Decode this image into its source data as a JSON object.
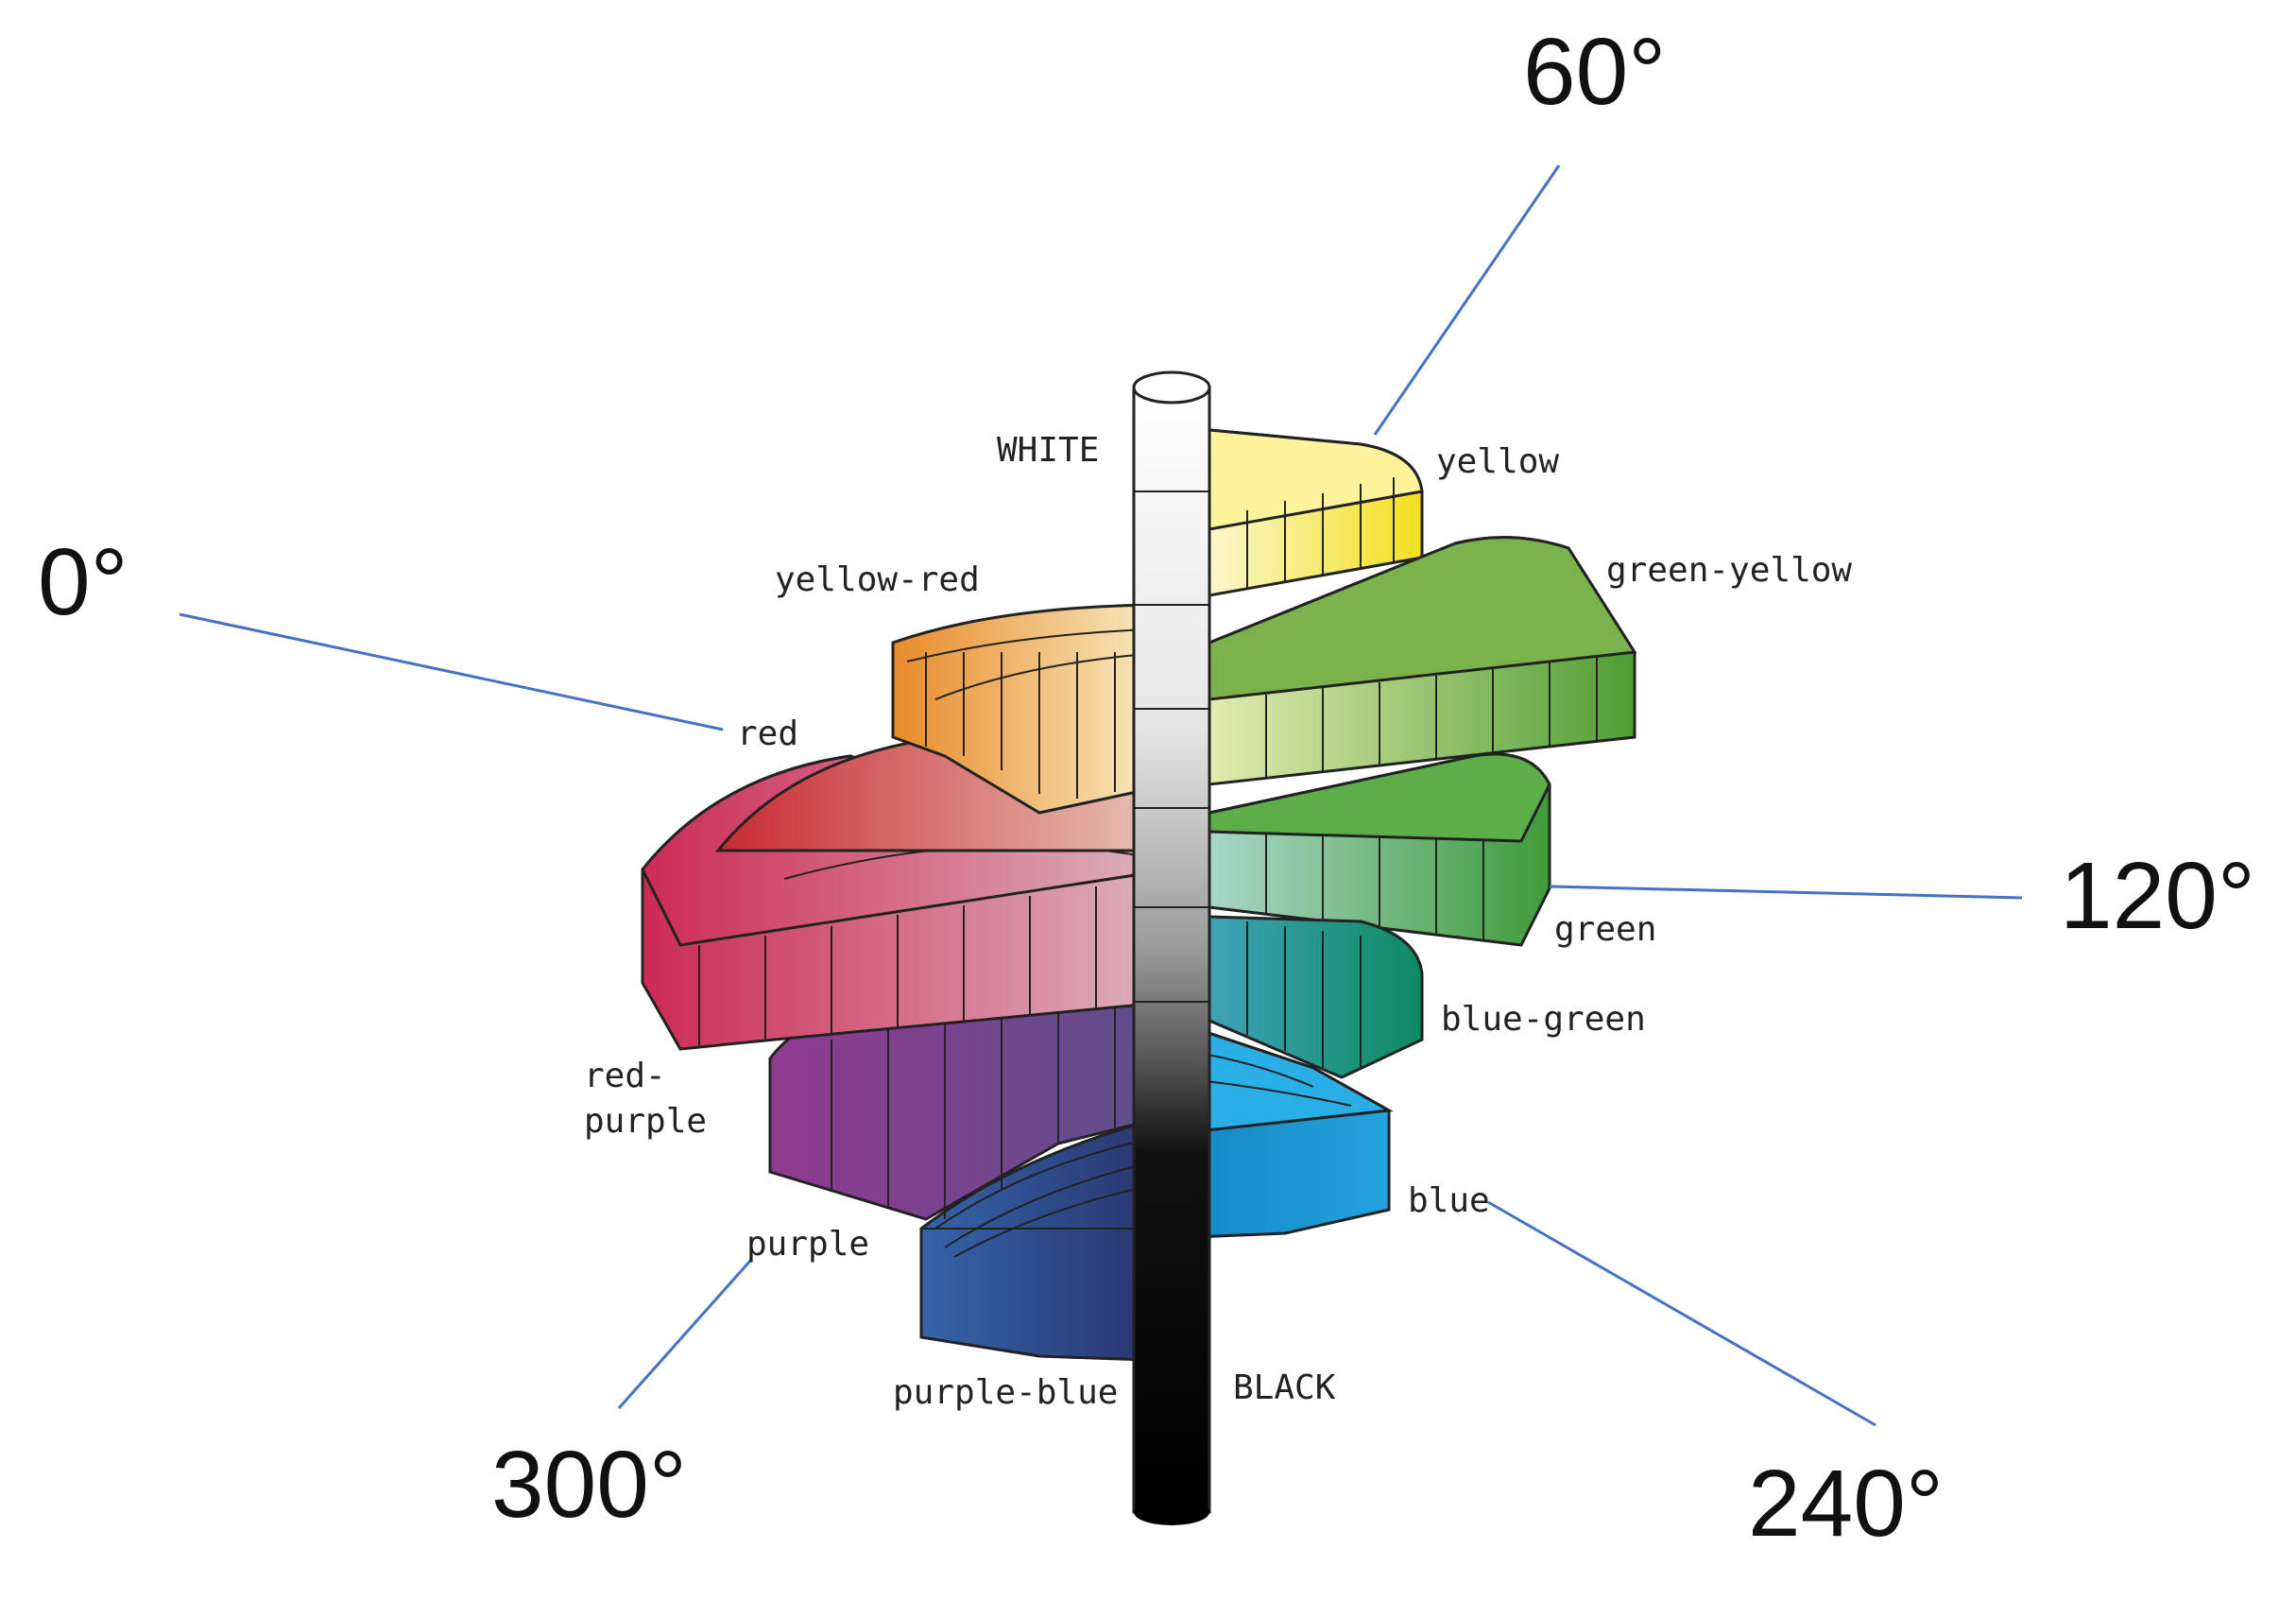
{
  "diagram": {
    "hues": [
      {
        "id": "yellow",
        "label": "yellow",
        "color": "#f2e01e"
      },
      {
        "id": "green-yellow",
        "label": "green-yellow",
        "color": "#5fa93a"
      },
      {
        "id": "green",
        "label": "green",
        "color": "#3f9b3a"
      },
      {
        "id": "blue-green",
        "label": "blue-green",
        "color": "#0f8a66"
      },
      {
        "id": "blue",
        "label": "blue",
        "color": "#1e9fd8"
      },
      {
        "id": "purple-blue",
        "label": "purple-blue",
        "color": "#2f57a0"
      },
      {
        "id": "purple",
        "label": "purple",
        "color": "#2c3f8e"
      },
      {
        "id": "red-purple",
        "label": "red-\npurple",
        "label_line1": "red-",
        "label_line2": "purple",
        "color": "#8c3b8e"
      },
      {
        "id": "red",
        "label": "red",
        "color": "#c8323c"
      },
      {
        "id": "yellow-red",
        "label": "yellow-red",
        "color": "#f0a030"
      }
    ],
    "axis": {
      "top_label": "WHITE",
      "bottom_label": "BLACK",
      "top_color": "#ffffff",
      "bottom_color": "#000000"
    },
    "angles": [
      {
        "id": "0",
        "text": "0°"
      },
      {
        "id": "60",
        "text": "60°"
      },
      {
        "id": "120",
        "text": "120°"
      },
      {
        "id": "240",
        "text": "240°"
      },
      {
        "id": "300",
        "text": "300°"
      }
    ],
    "pointer_color": "#4472c4"
  }
}
